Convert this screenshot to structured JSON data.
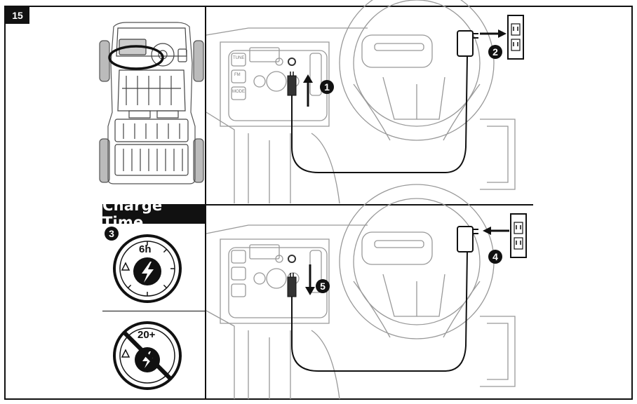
{
  "step_number": "15",
  "charge_time": {
    "title": "Charge Time",
    "recommended": "6h",
    "not_recommended": "20+"
  },
  "callouts": {
    "c1": "1",
    "c2": "2",
    "c3": "3",
    "c4": "4",
    "c5": "5"
  },
  "dash_labels": {
    "tune": "TUNE",
    "fm": "FM",
    "mode": "MODE"
  }
}
